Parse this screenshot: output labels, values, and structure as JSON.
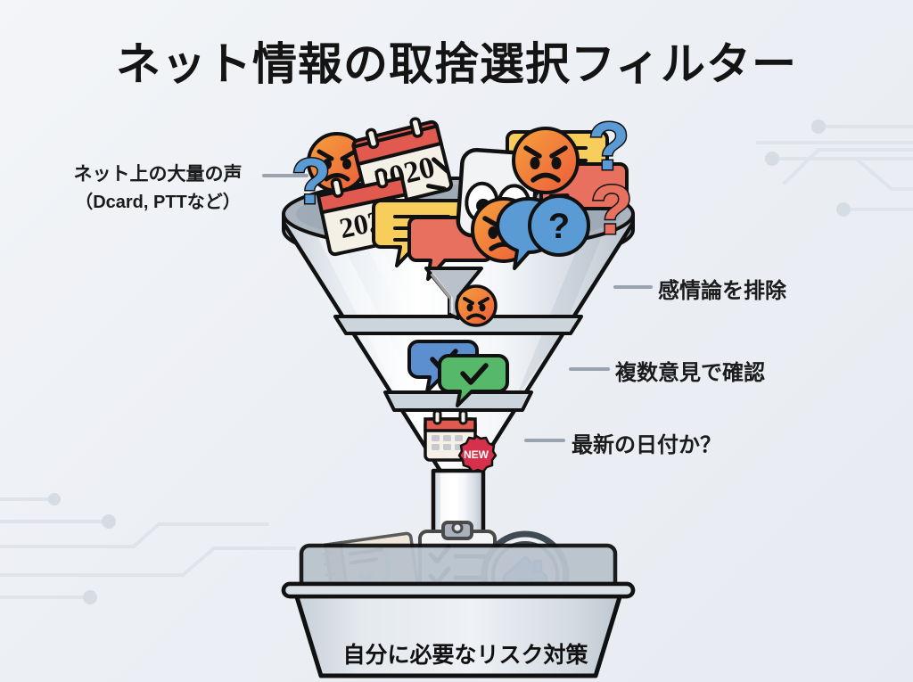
{
  "page": {
    "title": "ネット情報の取捨選択フィルター",
    "background_color": "#eef1f5",
    "accent_colors": {
      "angry_face": "#F07F3C",
      "speech_yellow": "#F7CE5B",
      "speech_red": "#E8705F",
      "speech_blue": "#5B9BD5",
      "speech_green": "#56B96A",
      "question_blue": "#5B9BD5",
      "question_red": "#E8705F",
      "calendar_red": "#E05A4F",
      "funnel_gray": "#cfd6dd",
      "outline": "#111111"
    }
  },
  "input_label": {
    "line1": "ネット上の大量の声",
    "line2": "（Dcard, PTTなど）"
  },
  "noise_items": [
    {
      "type": "angry-face-icon",
      "label": ""
    },
    {
      "type": "angry-face-icon",
      "label": ""
    },
    {
      "type": "angry-face-icon",
      "label": ""
    },
    {
      "type": "calendar-icon",
      "label": "2020"
    },
    {
      "type": "calendar-icon",
      "label": "2020"
    },
    {
      "type": "shocked-face-icon",
      "label": ""
    },
    {
      "type": "speech-bubble-yellow-icon",
      "label": ""
    },
    {
      "type": "speech-bubble-red-icon",
      "label": ""
    },
    {
      "type": "speech-bubble-yellow-icon",
      "label": ""
    },
    {
      "type": "speech-bubble-red-icon",
      "label": ""
    },
    {
      "type": "question-mark-blue-icon",
      "label": "?"
    },
    {
      "type": "question-mark-red-icon",
      "label": "?"
    },
    {
      "type": "question-mark-red-icon",
      "label": "?"
    },
    {
      "type": "question-bubble-blue-icon",
      "label": "?"
    }
  ],
  "filter_stages": [
    {
      "id": "stage-1",
      "label": "感情論を排除",
      "icons": [
        "funnel-icon",
        "angry-face-icon"
      ]
    },
    {
      "id": "stage-2",
      "label": "複数意見で確認",
      "icons": [
        "speech-bubble-check-blue-icon",
        "speech-bubble-check-green-icon"
      ]
    },
    {
      "id": "stage-3",
      "label": "最新の日付か？",
      "icons": [
        "calendar-icon",
        "new-badge-icon"
      ],
      "badge_text": "NEW"
    }
  ],
  "output_tray": {
    "caption": "自分に必要なリスク対策",
    "items": [
      {
        "name": "notebook-plan-icon"
      },
      {
        "name": "clipboard-checklist-icon"
      },
      {
        "name": "magnifier-house-icon"
      }
    ]
  }
}
